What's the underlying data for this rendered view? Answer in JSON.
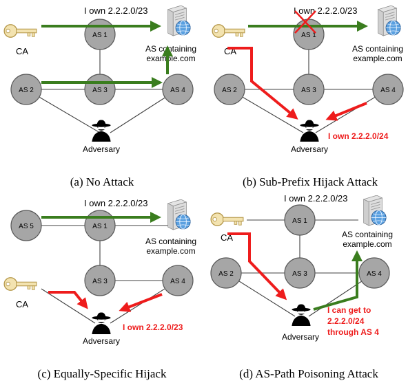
{
  "panels": {
    "a": {
      "caption": "(a) No Attack",
      "nodes": {
        "as1": "AS 1",
        "as2": "AS 2",
        "as3": "AS 3",
        "as4": "AS 4"
      },
      "claim": "I own 2.2.2.0/23",
      "server_label": [
        "AS containing",
        "example.com"
      ],
      "ca_label": "CA",
      "adversary_label": "Adversary"
    },
    "b": {
      "caption": "(b) Sub-Prefix Hijack Attack",
      "nodes": {
        "as1": "AS 1",
        "as2": "AS 2",
        "as3": "AS 3",
        "as4": "AS 4"
      },
      "claim": "I own 2.2.2.0/23",
      "server_label": [
        "AS containing",
        "example.com"
      ],
      "ca_label": "CA",
      "adversary_label": "Adversary",
      "attack_label": "I own 2.2.2.0/24"
    },
    "c": {
      "caption": "(c) Equally-Specific Hijack",
      "nodes": {
        "as1": "AS 1",
        "as3": "AS 3",
        "as4": "AS 4",
        "as5": "AS 5"
      },
      "claim": "I own 2.2.2.0/23",
      "server_label": [
        "AS containing",
        "example.com"
      ],
      "ca_label": "CA",
      "adversary_label": "Adversary",
      "attack_label": "I own 2.2.2.0/23"
    },
    "d": {
      "caption": "(d) AS-Path Poisoning Attack",
      "nodes": {
        "as1": "AS 1",
        "as2": "AS 2",
        "as3": "AS 3",
        "as4": "AS 4"
      },
      "claim": "I own 2.2.2.0/23",
      "server_label": [
        "AS containing",
        "example.com"
      ],
      "ca_label": "CA",
      "adversary_label": "Adversary",
      "attack_label": [
        "I can get to",
        "2.2.2.0/24",
        "through AS 4"
      ]
    }
  },
  "colors": {
    "node_fill": "#a6a6a6",
    "legit_path": "#3a7d1e",
    "attack_path": "#ee1c1c",
    "attack_text": "#ee1c1c"
  },
  "icons": {
    "ca": "key-icon",
    "server": "web-server-icon",
    "adversary": "spy-icon"
  }
}
